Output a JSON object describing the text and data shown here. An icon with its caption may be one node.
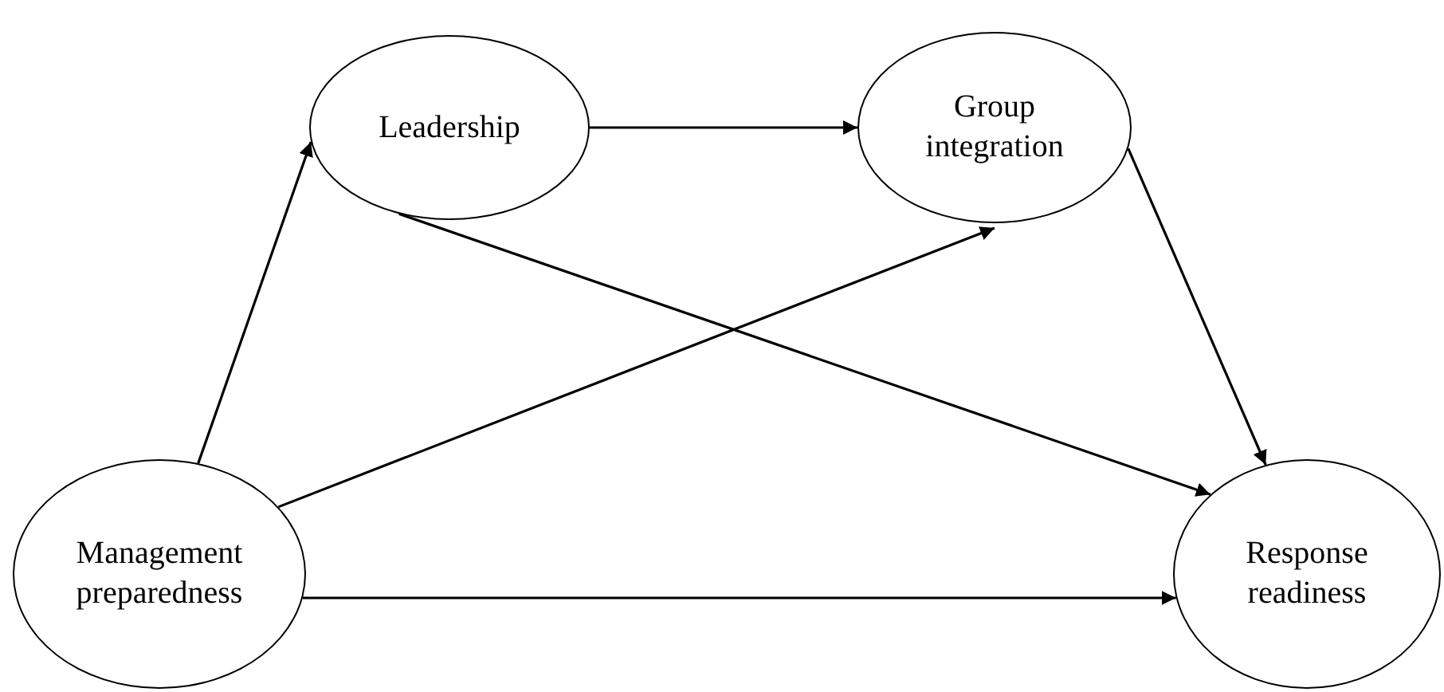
{
  "diagram": {
    "nodes": [
      {
        "text": [
          "Leadership"
        ]
      },
      {
        "text": [
          "Group integration"
        ]
      },
      {
        "text": [
          "Management preparedness"
        ]
      },
      {
        "text": [
          "Response readiness"
        ]
      }
    ],
    "edges": [
      {
        "from": 2,
        "to": 0,
        "arrow": "to"
      },
      {
        "from": 0,
        "to": 1,
        "arrow": "to"
      },
      {
        "from": 0,
        "to": 3,
        "arrow": "to"
      },
      {
        "from": 2,
        "to": 1,
        "arrow": "to"
      },
      {
        "from": 1,
        "to": 3,
        "arrow": "to"
      },
      {
        "from": 2,
        "to": 3,
        "arrow": "to"
      }
    ]
  }
}
